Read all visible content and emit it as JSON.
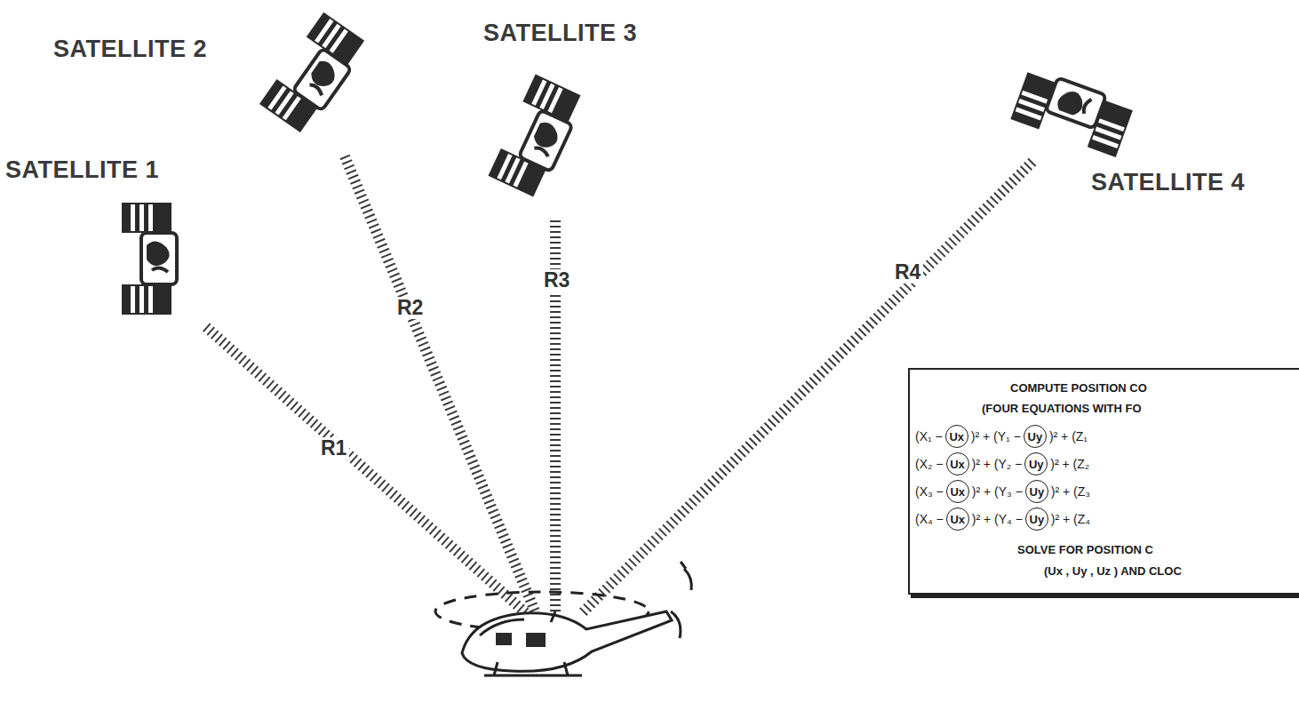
{
  "diagram": {
    "nodes": [
      {
        "text": [
          "COMPUTE POSITION CO",
          "(FOUR EQUATIONS WITH FO",
          "(X₁ −",
          "Ux",
          ")² + (Y₁ −",
          "Uy",
          ")² + (Z₁",
          "(X₂ −",
          "Ux",
          ")² + (Y₂ −",
          "Uy",
          ")² + (Z₂",
          "(X₃ −",
          "Ux",
          ")² + (Y₃ −",
          "Uy",
          ")² + (Z₃",
          "(X₄ −",
          "Ux",
          ")² + (Y₄ −",
          "Uy",
          ")² + (Z₄",
          "SOLVE FOR POSITION C",
          "(Ux , Uy , Uz ) AND CLOC"
        ]
      }
    ],
    "labels": [
      "SATELLITE 1",
      "SATELLITE 2",
      "SATELLITE 3",
      "SATELLITE 4",
      "R1",
      "R2",
      "R3",
      "R4"
    ]
  }
}
